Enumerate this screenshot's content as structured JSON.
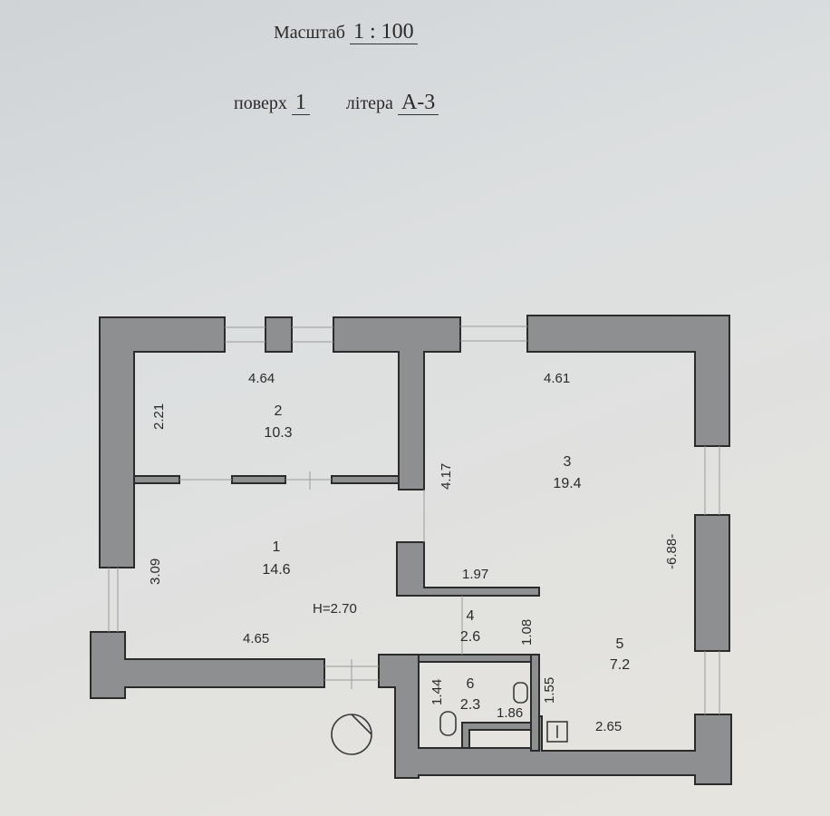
{
  "header": {
    "scale_label": "Масштаб",
    "scale_value": "1 : 100",
    "floor_label": "поверх",
    "floor_value": "1",
    "letter_label": "літера",
    "letter_value": "А-3"
  },
  "rooms": [
    {
      "number": "1",
      "area": "14.6"
    },
    {
      "number": "2",
      "area": "10.3"
    },
    {
      "number": "3",
      "area": "19.4"
    },
    {
      "number": "4",
      "area": "2.6"
    },
    {
      "number": "5",
      "area": "7.2"
    },
    {
      "number": "6",
      "area": "2.3"
    }
  ],
  "dimensions": {
    "room2_width": "4.64",
    "room2_depth": "2.21",
    "room3_width": "4.61",
    "room3_depth": "4.17",
    "room1_depth": "3.09",
    "room1_width": "4.65",
    "height": "H=2.70",
    "corridor_width": "1.97",
    "room4_depth": "1.08",
    "right_wall": "-6.88-",
    "room6_depth": "1.44",
    "room6_width": "1.86",
    "room5_depth": "1.55",
    "room5_width": "2.65"
  }
}
